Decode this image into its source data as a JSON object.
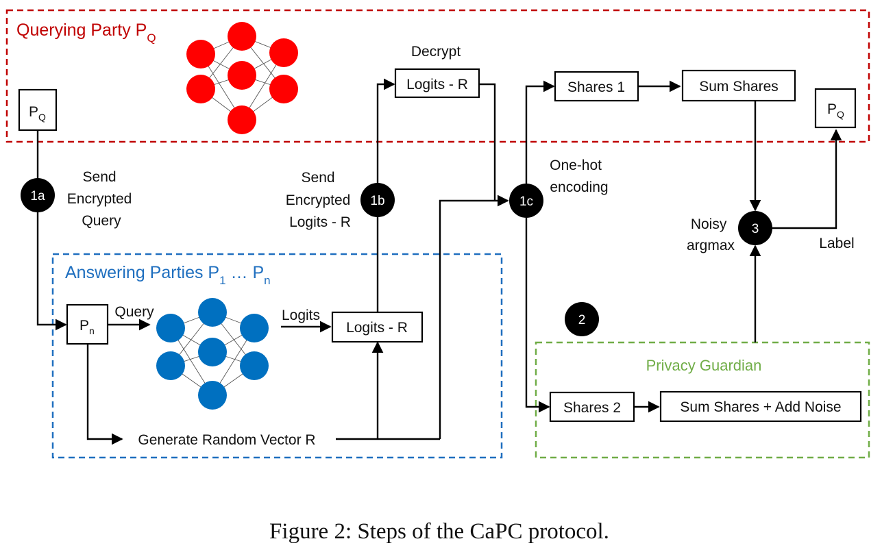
{
  "regions": {
    "querying": {
      "title": "Querying Party P",
      "sub": "Q",
      "color": "#c00000"
    },
    "answering": {
      "title_main": "Answering Parties P",
      "sub1": "1",
      "dots": " … P",
      "subn": "n",
      "color": "#1f6fbf"
    },
    "guardian": {
      "title": "Privacy Guardian",
      "color": "#70ad47"
    }
  },
  "boxes": {
    "pq_start": {
      "main": "P",
      "sub": "Q"
    },
    "pq_end": {
      "main": "P",
      "sub": "Q"
    },
    "pn": {
      "main": "P",
      "sub": "n"
    },
    "logits_top": "Logits - R",
    "logits_bottom": "Logits - R",
    "shares1": "Shares 1",
    "sum_shares": "Sum Shares",
    "shares2": "Shares 2",
    "sum_shares_noise": "Sum Shares + Add Noise"
  },
  "labels": {
    "send_query": [
      "Send",
      "Encrypted",
      "Query"
    ],
    "send_logits": [
      "Send",
      "Encrypted",
      "Logits - R"
    ],
    "decrypt": "Decrypt",
    "onehot": [
      "One-hot",
      "encoding"
    ],
    "noisy": [
      "Noisy",
      "argmax"
    ],
    "label": "Label",
    "query": "Query",
    "logits": "Logits",
    "random_vector": "Generate Random Vector R"
  },
  "steps": {
    "s1a": "1a",
    "s1b": "1b",
    "s1c": "1c",
    "s2": "2",
    "s3": "3"
  },
  "network_colors": {
    "querying": "#ff0000",
    "answering": "#0070c0"
  },
  "caption": "Figure 2: Steps of the CaPC protocol."
}
